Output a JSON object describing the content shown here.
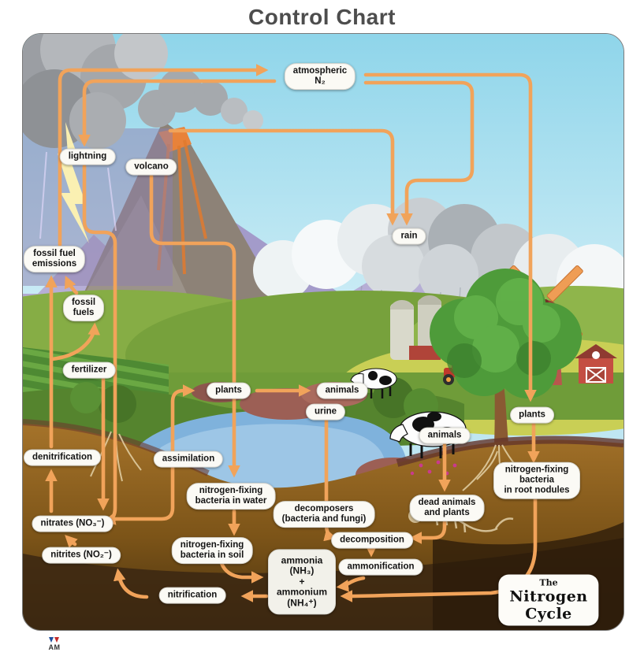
{
  "title": "Control Chart",
  "badge": {
    "line1": "The",
    "line2": "Nitrogen Cycle"
  },
  "logo": {
    "text": "AM"
  },
  "colors": {
    "arrow": "#f1a35a",
    "sky": "#a9e0ef",
    "soil": "#7c5418",
    "pill": "#fbfaf5",
    "title": "#4d4d4d"
  },
  "labels": {
    "atmospheric_n2": {
      "text": "atmospheric\nN₂"
    },
    "lightning": {
      "text": "lightning"
    },
    "volcano": {
      "text": "volcano"
    },
    "rain": {
      "text": "rain"
    },
    "fossil_fuel_emissions": {
      "text": "fossil fuel\nemissions"
    },
    "fossil_fuels": {
      "text": "fossil\nfuels"
    },
    "fertilizer": {
      "text": "fertilizer"
    },
    "plants_center": {
      "text": "plants"
    },
    "animals_center": {
      "text": "animals"
    },
    "urine": {
      "text": "urine"
    },
    "plants_right": {
      "text": "plants"
    },
    "animals_right": {
      "text": "animals"
    },
    "assimilation": {
      "text": "assimilation"
    },
    "denitrification": {
      "text": "denitrification"
    },
    "nf_root_nodules": {
      "text": "nitrogen-fixing bacteria\nin root nodules"
    },
    "nf_water": {
      "text": "nitrogen-fixing\nbacteria in water"
    },
    "dead_animals": {
      "text": "dead animals\nand plants"
    },
    "decomposers": {
      "text": "decomposers\n(bacteria and fungi)"
    },
    "nitrates": {
      "text": "nitrates (NO₃⁻)"
    },
    "decomposition": {
      "text": "decomposition"
    },
    "nf_soil": {
      "text": "nitrogen-fixing\nbacteria in soil"
    },
    "nitrites": {
      "text": "nitrites (NO₂⁻)"
    },
    "ammonification": {
      "text": "ammonification"
    },
    "ammonia_box": {
      "text": "ammonia\n(NH₃)\n+\nammonium\n(NH₄⁺)"
    },
    "nitrification": {
      "text": "nitrification"
    }
  },
  "arrows": [
    {
      "from": "fossil fuel emissions",
      "to": "atmospheric N₂"
    },
    {
      "from": "denitrification",
      "to": "fossil fuel emissions"
    },
    {
      "from": "nitrates (NO₃⁻)",
      "to": "denitrification"
    },
    {
      "from": "fossil fuels",
      "to": "fossil fuel emissions"
    },
    {
      "from": "fertilizer",
      "to": "fossil fuels"
    },
    {
      "from": "atmospheric N₂",
      "to": "lightning"
    },
    {
      "from": "lightning",
      "to": "nitrates (NO₃⁻)"
    },
    {
      "from": "volcano",
      "to": "rain"
    },
    {
      "from": "atmospheric N₂",
      "to": "rain"
    },
    {
      "from": "atmospheric N₂",
      "to": "plants (right)"
    },
    {
      "from": "plants (right)",
      "to": "nitrogen-fixing bacteria in root nodules"
    },
    {
      "from": "nitrogen-fixing bacteria in root nodules",
      "to": "ammonia (NH₃) + ammonium (NH₄⁺)"
    },
    {
      "from": "rain",
      "to": "nitrogen-fixing bacteria in water"
    },
    {
      "from": "nitrogen-fixing bacteria in water",
      "to": "nitrogen-fixing bacteria in soil"
    },
    {
      "from": "nitrogen-fixing bacteria in soil",
      "to": "ammonia (NH₃) + ammonium (NH₄⁺)"
    },
    {
      "from": "fertilizer",
      "to": "nitrates (NO₃⁻)"
    },
    {
      "from": "nitrates (NO₃⁻)",
      "to": "plants (assimilation)"
    },
    {
      "from": "plants",
      "to": "animals"
    },
    {
      "from": "urine",
      "to": "decomposition"
    },
    {
      "from": "animals",
      "to": "dead animals and plants"
    },
    {
      "from": "dead animals and plants",
      "to": "decomposition"
    },
    {
      "from": "decomposition",
      "to": "ammonification"
    },
    {
      "from": "ammonification",
      "to": "ammonia (NH₃) + ammonium (NH₄⁺)"
    },
    {
      "from": "ammonia (NH₃) + ammonium (NH₄⁺)",
      "to": "nitrification"
    },
    {
      "from": "nitrification",
      "to": "nitrites (NO₂⁻)"
    },
    {
      "from": "nitrites (NO₂⁻)",
      "to": "nitrates (NO₃⁻)"
    }
  ]
}
